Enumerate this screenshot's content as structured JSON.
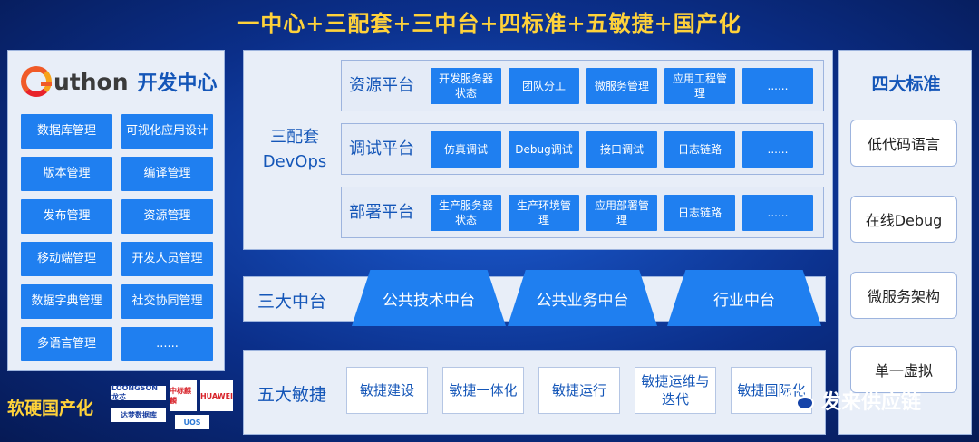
{
  "title": "一中心+三配套+三中台+四标准+五敏捷+国产化",
  "left": {
    "logo_text": "uthon",
    "logo_cn": "开发中心",
    "buttons": [
      "数据库管理",
      "可视化应用设计",
      "版本管理",
      "编译管理",
      "发布管理",
      "资源管理",
      "移动端管理",
      "开发人员管理",
      "数据字典管理",
      "社交协同管理",
      "多语言管理",
      "......"
    ]
  },
  "devops": {
    "label_line1": "三配套",
    "label_line2": "DevOps",
    "rows": [
      {
        "title": "资源平台",
        "items": [
          "开发服务器状态",
          "团队分工",
          "微服务管理",
          "应用工程管理",
          "......"
        ]
      },
      {
        "title": "调试平台",
        "items": [
          "仿真调试",
          "Debug调试",
          "接口调试",
          "日志链路",
          "......"
        ]
      },
      {
        "title": "部署平台",
        "items": [
          "生产服务器状态",
          "生产环境管理",
          "应用部署管理",
          "日志链路",
          "......"
        ]
      }
    ]
  },
  "middle": {
    "label": "三大中台",
    "items": [
      "公共技术中台",
      "公共业务中台",
      "行业中台"
    ]
  },
  "agile": {
    "label": "五大敏捷",
    "items": [
      "敏捷建设",
      "敏捷一体化",
      "敏捷运行",
      "敏捷运维与迭代",
      "敏捷国际化"
    ]
  },
  "standards": {
    "title": "四大标准",
    "items": [
      "低代码语言",
      "在线Debug",
      "微服务架构",
      "单一虚拟"
    ]
  },
  "domestic": {
    "label": "软硬国产化",
    "logos": [
      "LOONGSON 龙芯",
      "中标麒麟",
      "HUAWEI",
      "达梦数据库",
      "UOS"
    ]
  },
  "watermark": "发来供应链",
  "colors": {
    "accent": "#1f7ff0",
    "title": "#ffd23a",
    "text": "#1456b8"
  }
}
